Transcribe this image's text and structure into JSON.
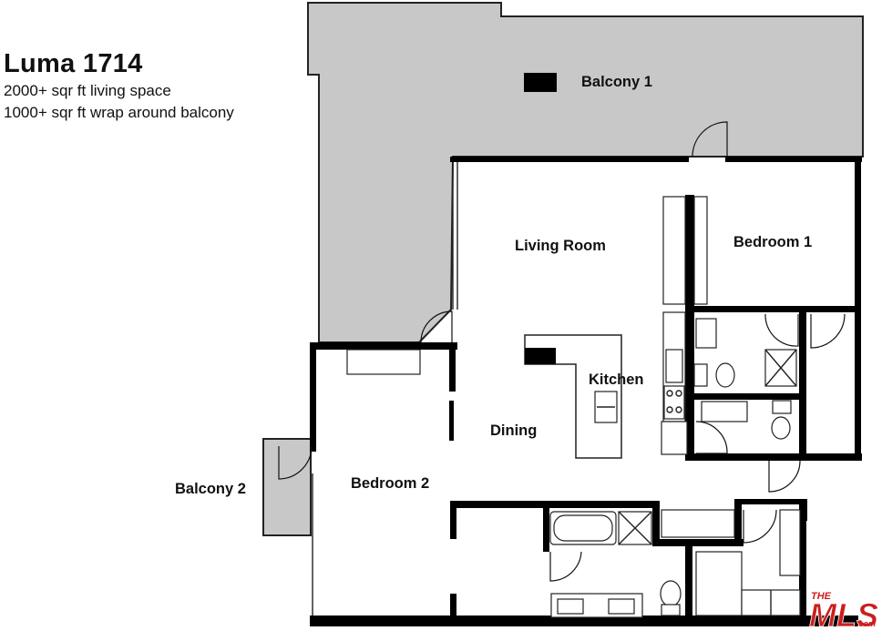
{
  "info": {
    "title": "Luma 1714",
    "lines": [
      "2000+ sqr ft living space",
      "1000+ sqr ft wrap around balcony"
    ]
  },
  "rooms": {
    "balcony1": "Balcony 1",
    "living_room": "Living Room",
    "bedroom1": "Bedroom 1",
    "kitchen": "Kitchen",
    "dining": "Dining",
    "bedroom2": "Bedroom 2",
    "balcony2": "Balcony 2"
  },
  "watermark": {
    "text": "THE MLS.com"
  },
  "colors": {
    "balcony_fill": "#c8c8c8",
    "wall": "#000000",
    "logo": "#cc1e1e"
  }
}
